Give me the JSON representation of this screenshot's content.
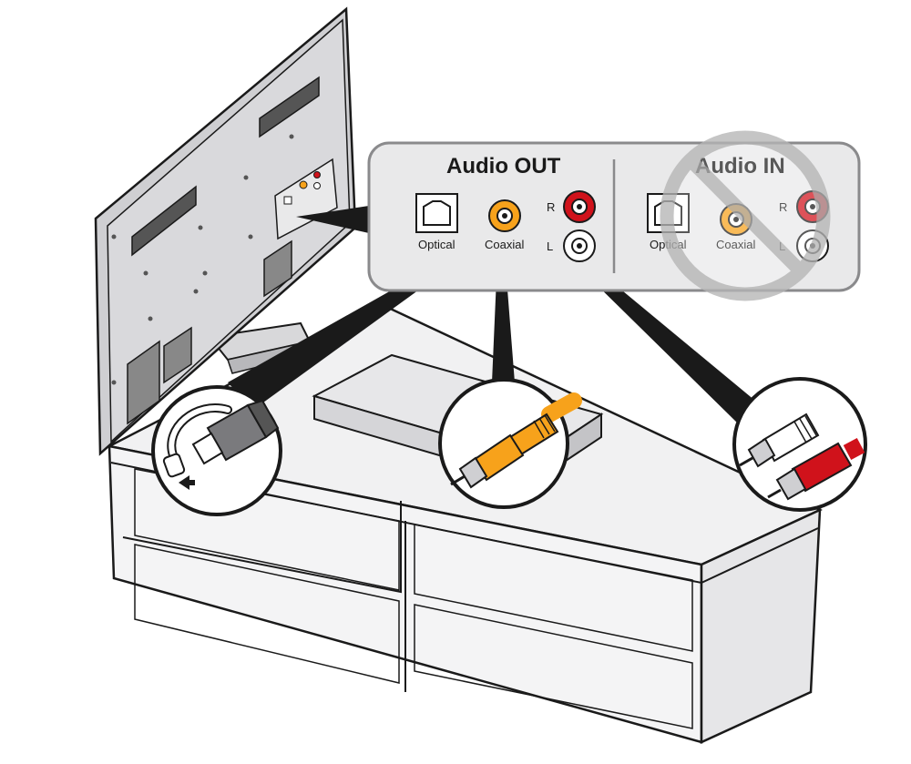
{
  "panel": {
    "out": {
      "title": "Audio OUT",
      "optical_label": "Optical",
      "coaxial_label": "Coaxial",
      "right_label": "R",
      "left_label": "L"
    },
    "in": {
      "title": "Audio IN",
      "optical_label": "Optical",
      "coaxial_label": "Coaxial",
      "right_label": "R",
      "left_label": "L",
      "prohibited": true
    }
  },
  "colors": {
    "coaxial": "#f7a21b",
    "rca_right": "#d0121b",
    "rca_left": "#ffffff",
    "panel_fill": "#e9e9ea",
    "prohibition": "#b5b5b5"
  },
  "icons": {
    "optical_plug": "optical-plug-icon",
    "coaxial_plug": "coaxial-plug-icon",
    "rca_plugs": "rca-plugs-icon",
    "no_sign": "prohibited-icon"
  }
}
